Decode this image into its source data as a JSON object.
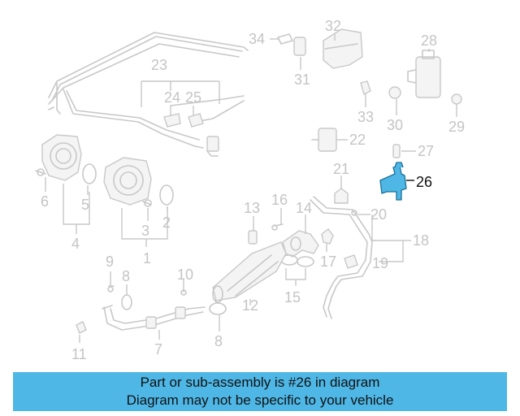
{
  "colors": {
    "highlight": "#4fb7e6",
    "caption_bg": "#4fb7e6",
    "part_line": "#c8c8c8",
    "label_gray": "#c4c4c4",
    "label_highlight": "#111111"
  },
  "highlighted_part": "26",
  "callouts": {
    "c1": "1",
    "c2": "2",
    "c3": "3",
    "c4": "4",
    "c5": "5",
    "c6": "6",
    "c7": "7",
    "c8": "8",
    "c8b": "8",
    "c9": "9",
    "c10": "10",
    "c11": "11",
    "c12": "12",
    "c13": "13",
    "c14": "14",
    "c15": "15",
    "c16": "16",
    "c17": "17",
    "c18": "18",
    "c19": "19",
    "c20": "20",
    "c21": "21",
    "c22": "22",
    "c23": "23",
    "c24": "24",
    "c25": "25",
    "c26": "26",
    "c27": "27",
    "c28": "28",
    "c29": "29",
    "c30": "30",
    "c31": "31",
    "c32": "32",
    "c33": "33",
    "c34": "34"
  },
  "caption": {
    "line1": "Part or sub-assembly is #26 in diagram",
    "line2": "Diagram may not be specific to your vehicle"
  }
}
